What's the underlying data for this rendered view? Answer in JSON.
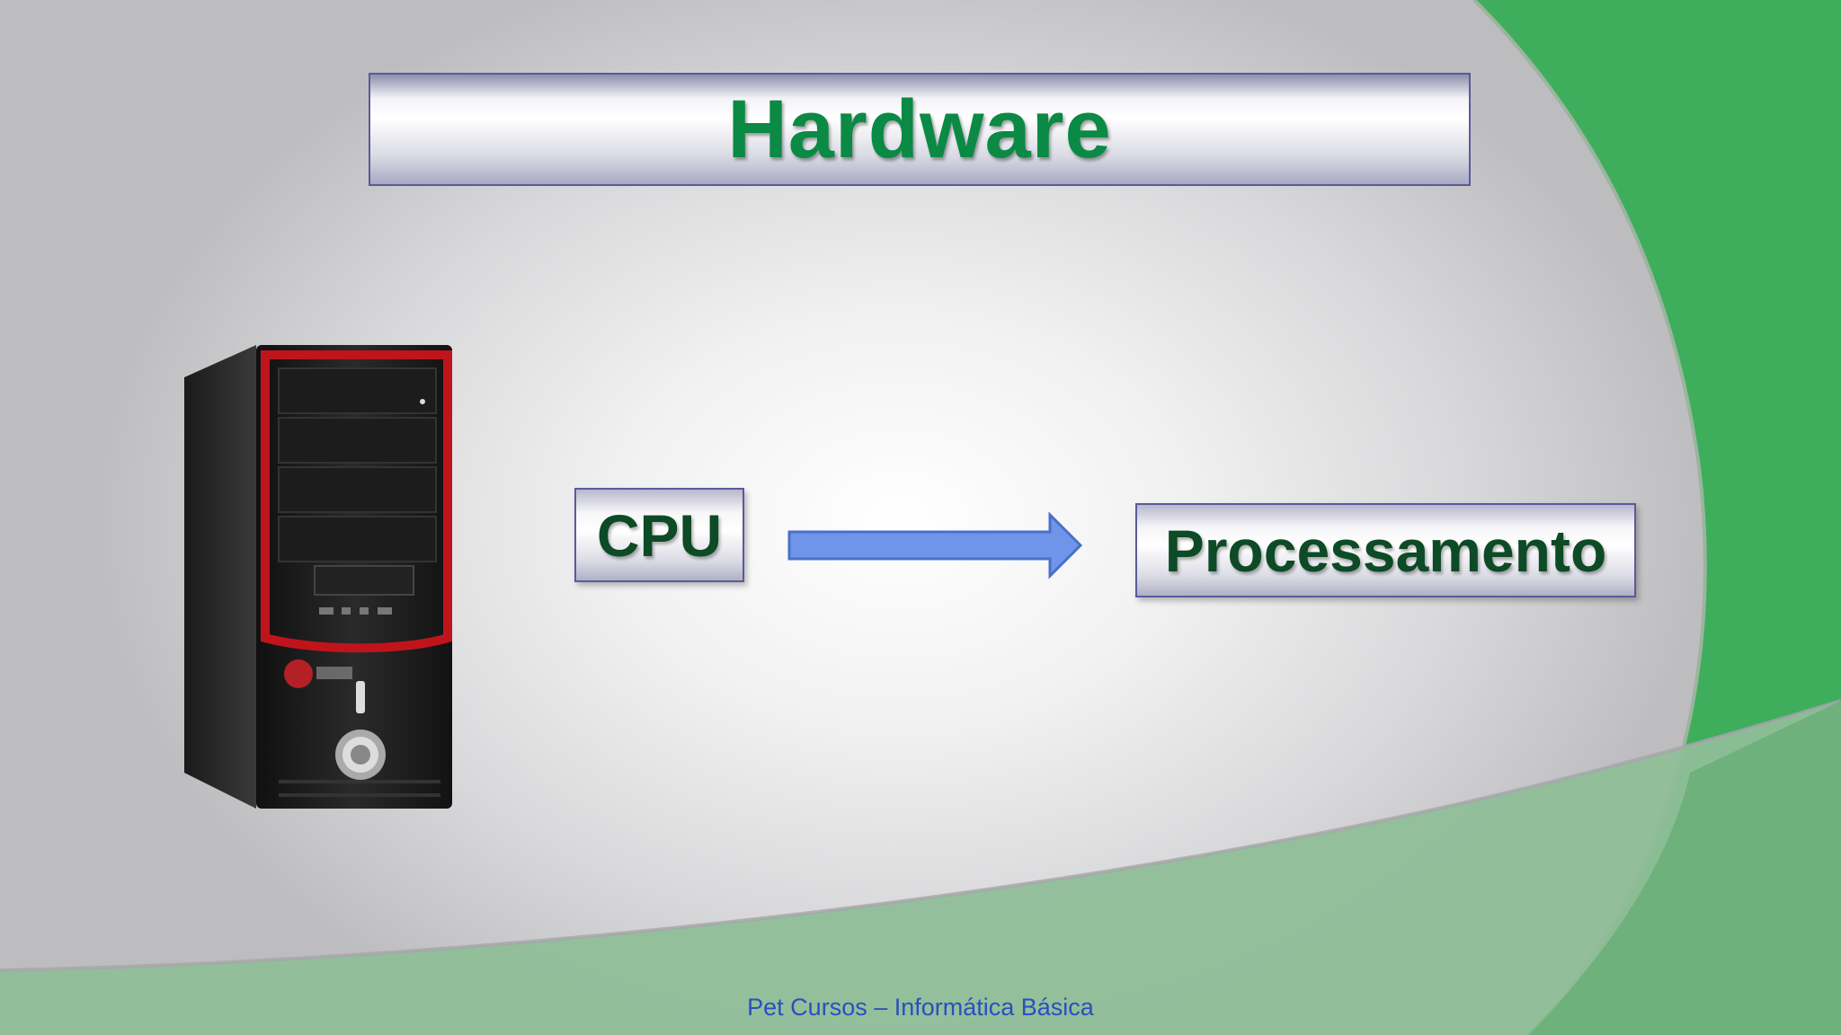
{
  "slide": {
    "title": "Hardware",
    "left_label": "CPU",
    "right_label": "Processamento",
    "footer": "Pet Cursos – Informática Básica"
  },
  "colors": {
    "title_text": "#0a8a44",
    "label_text": "#0d4a26",
    "accent_green": "#3fae5c",
    "arrow_fill": "#6f95ea",
    "footer_text": "#2a4fbf"
  },
  "icons": {
    "computer": "desktop-tower-icon",
    "arrow": "arrow-right-icon"
  }
}
